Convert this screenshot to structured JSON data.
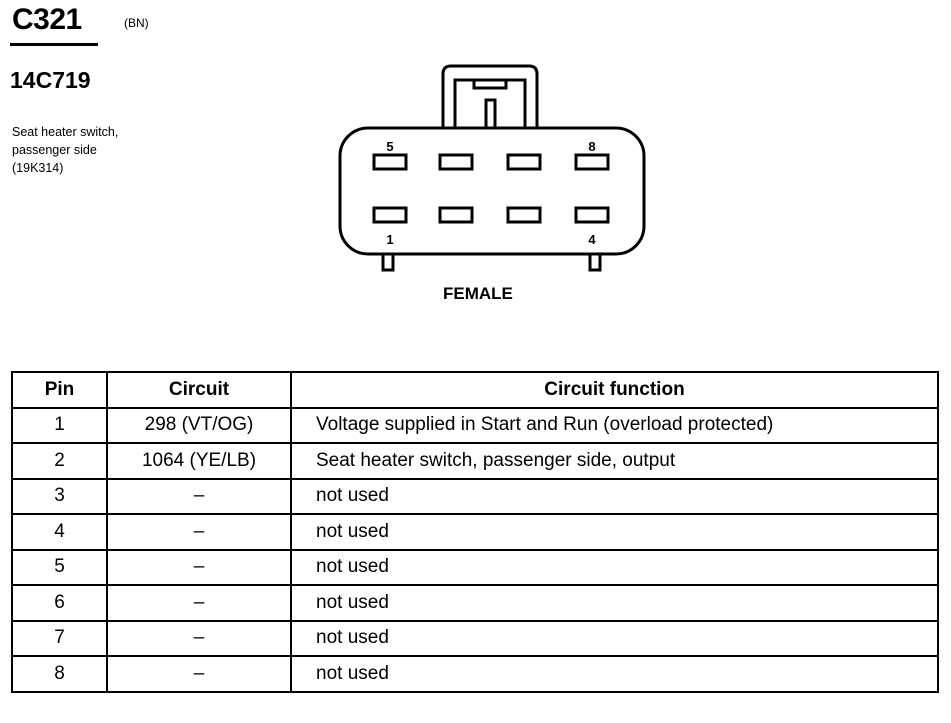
{
  "connector": {
    "id": "C321",
    "color_code": "(BN)",
    "part_number": "14C719",
    "description_lines": [
      "Seat heater switch,",
      "passenger side",
      "(19K314)"
    ]
  },
  "diagram": {
    "pin_labels": {
      "top_left": "5",
      "top_right": "8",
      "bottom_left": "1",
      "bottom_right": "4"
    },
    "view_label": "FEMALE"
  },
  "table": {
    "headers": [
      "Pin",
      "Circuit",
      "Circuit function"
    ],
    "rows": [
      {
        "pin": "1",
        "circuit": "298 (VT/OG)",
        "function": "Voltage supplied in Start and Run (overload protected)"
      },
      {
        "pin": "2",
        "circuit": "1064 (YE/LB)",
        "function": "Seat heater switch, passenger side, output"
      },
      {
        "pin": "3",
        "circuit": "–",
        "function": "not used"
      },
      {
        "pin": "4",
        "circuit": "–",
        "function": "not used"
      },
      {
        "pin": "5",
        "circuit": "–",
        "function": "not used"
      },
      {
        "pin": "6",
        "circuit": "–",
        "function": "not used"
      },
      {
        "pin": "7",
        "circuit": "–",
        "function": "not used"
      },
      {
        "pin": "8",
        "circuit": "–",
        "function": "not used"
      }
    ]
  }
}
